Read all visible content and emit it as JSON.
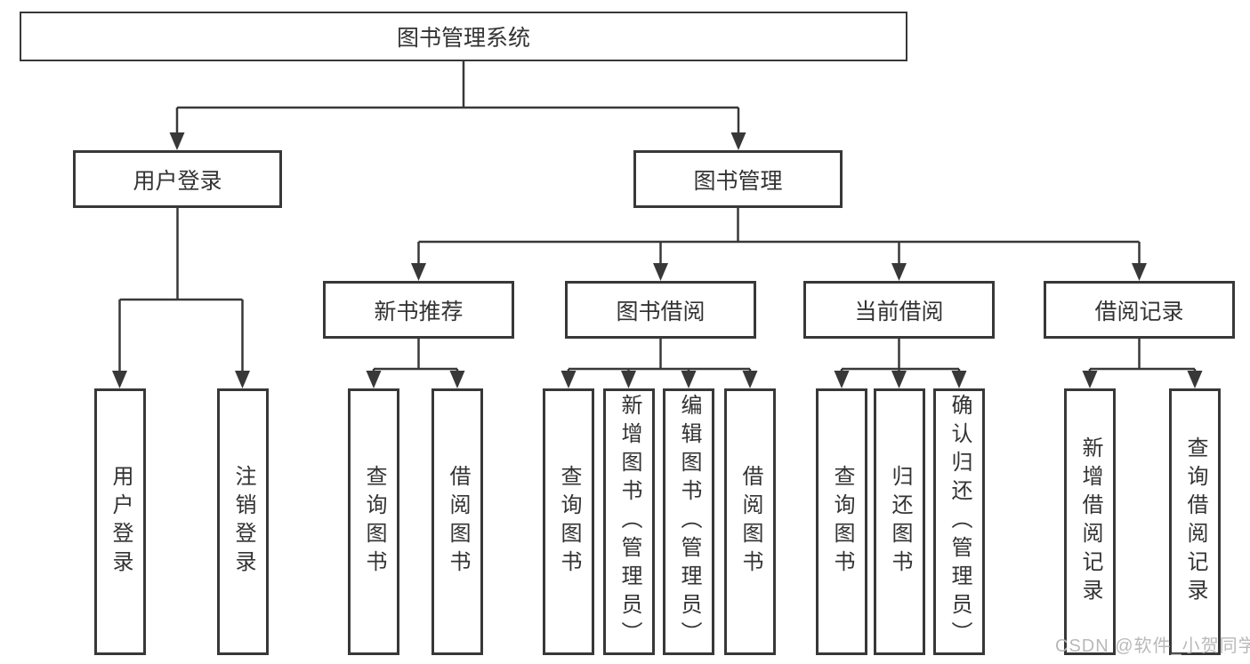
{
  "diagram": {
    "root": {
      "label": "图书管理系统"
    },
    "level2": [
      {
        "id": "user-login",
        "label": "用户登录"
      },
      {
        "id": "book-management",
        "label": "图书管理"
      }
    ],
    "level3": [
      {
        "id": "new-book-recommend",
        "label": "新书推荐"
      },
      {
        "id": "book-borrow",
        "label": "图书借阅"
      },
      {
        "id": "current-borrow",
        "label": "当前借阅"
      },
      {
        "id": "borrow-record",
        "label": "借阅记录"
      }
    ],
    "leaves": [
      {
        "parent": "user-login",
        "label": "用户登录"
      },
      {
        "parent": "user-login",
        "label": "注销登录"
      },
      {
        "parent": "new-book-recommend",
        "label": "查询图书"
      },
      {
        "parent": "new-book-recommend",
        "label": "借阅图书"
      },
      {
        "parent": "book-borrow",
        "label": "查询图书"
      },
      {
        "parent": "book-borrow",
        "label": "新增图书（管理员）"
      },
      {
        "parent": "book-borrow",
        "label": "编辑图书（管理员）"
      },
      {
        "parent": "book-borrow",
        "label": "借阅图书"
      },
      {
        "parent": "current-borrow",
        "label": "查询图书"
      },
      {
        "parent": "current-borrow",
        "label": "归还图书"
      },
      {
        "parent": "current-borrow",
        "label": "确认归还（管理员）"
      },
      {
        "parent": "borrow-record",
        "label": "新增借阅记录"
      },
      {
        "parent": "borrow-record",
        "label": "查询借阅记录"
      }
    ]
  },
  "watermark": {
    "text": "CSDN @软件_小贺同学"
  },
  "colors": {
    "line": "#383838",
    "text": "#333333",
    "background": "#ffffff",
    "watermark": "#b9b9b9"
  }
}
